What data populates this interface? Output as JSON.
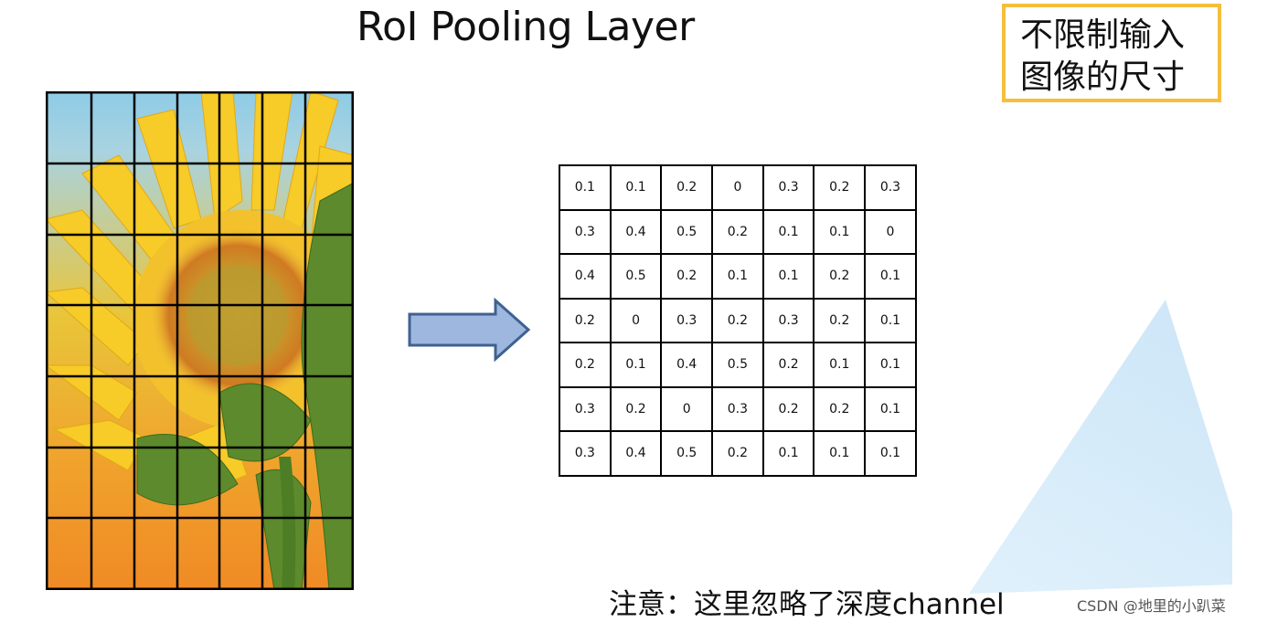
{
  "slide": {
    "title": "RoI Pooling Layer",
    "note_box": {
      "lines": [
        "不限制输入",
        "图像的尺寸"
      ],
      "border_color": "#f5bf3d"
    },
    "caption": "注意：这里忽略了深度channel",
    "watermark": "CSDN @地里的小趴菜"
  },
  "image_grid": {
    "rows": 7,
    "cols": 7,
    "subject": "sunflower-photo"
  },
  "arrow": {
    "icon": "right-arrow-icon",
    "fill": "#9db7de",
    "stroke": "#3f6190"
  },
  "matrix": {
    "rows": [
      [
        "0.1",
        "0.1",
        "0.2",
        "0",
        "0.3",
        "0.2",
        "0.3"
      ],
      [
        "0.3",
        "0.4",
        "0.5",
        "0.2",
        "0.1",
        "0.1",
        "0"
      ],
      [
        "0.4",
        "0.5",
        "0.2",
        "0.1",
        "0.1",
        "0.2",
        "0.1"
      ],
      [
        "0.2",
        "0",
        "0.3",
        "0.2",
        "0.3",
        "0.2",
        "0.1"
      ],
      [
        "0.2",
        "0.1",
        "0.4",
        "0.5",
        "0.2",
        "0.1",
        "0.1"
      ],
      [
        "0.3",
        "0.2",
        "0",
        "0.3",
        "0.2",
        "0.2",
        "0.1"
      ],
      [
        "0.3",
        "0.4",
        "0.5",
        "0.2",
        "0.1",
        "0.1",
        "0.1"
      ]
    ]
  }
}
